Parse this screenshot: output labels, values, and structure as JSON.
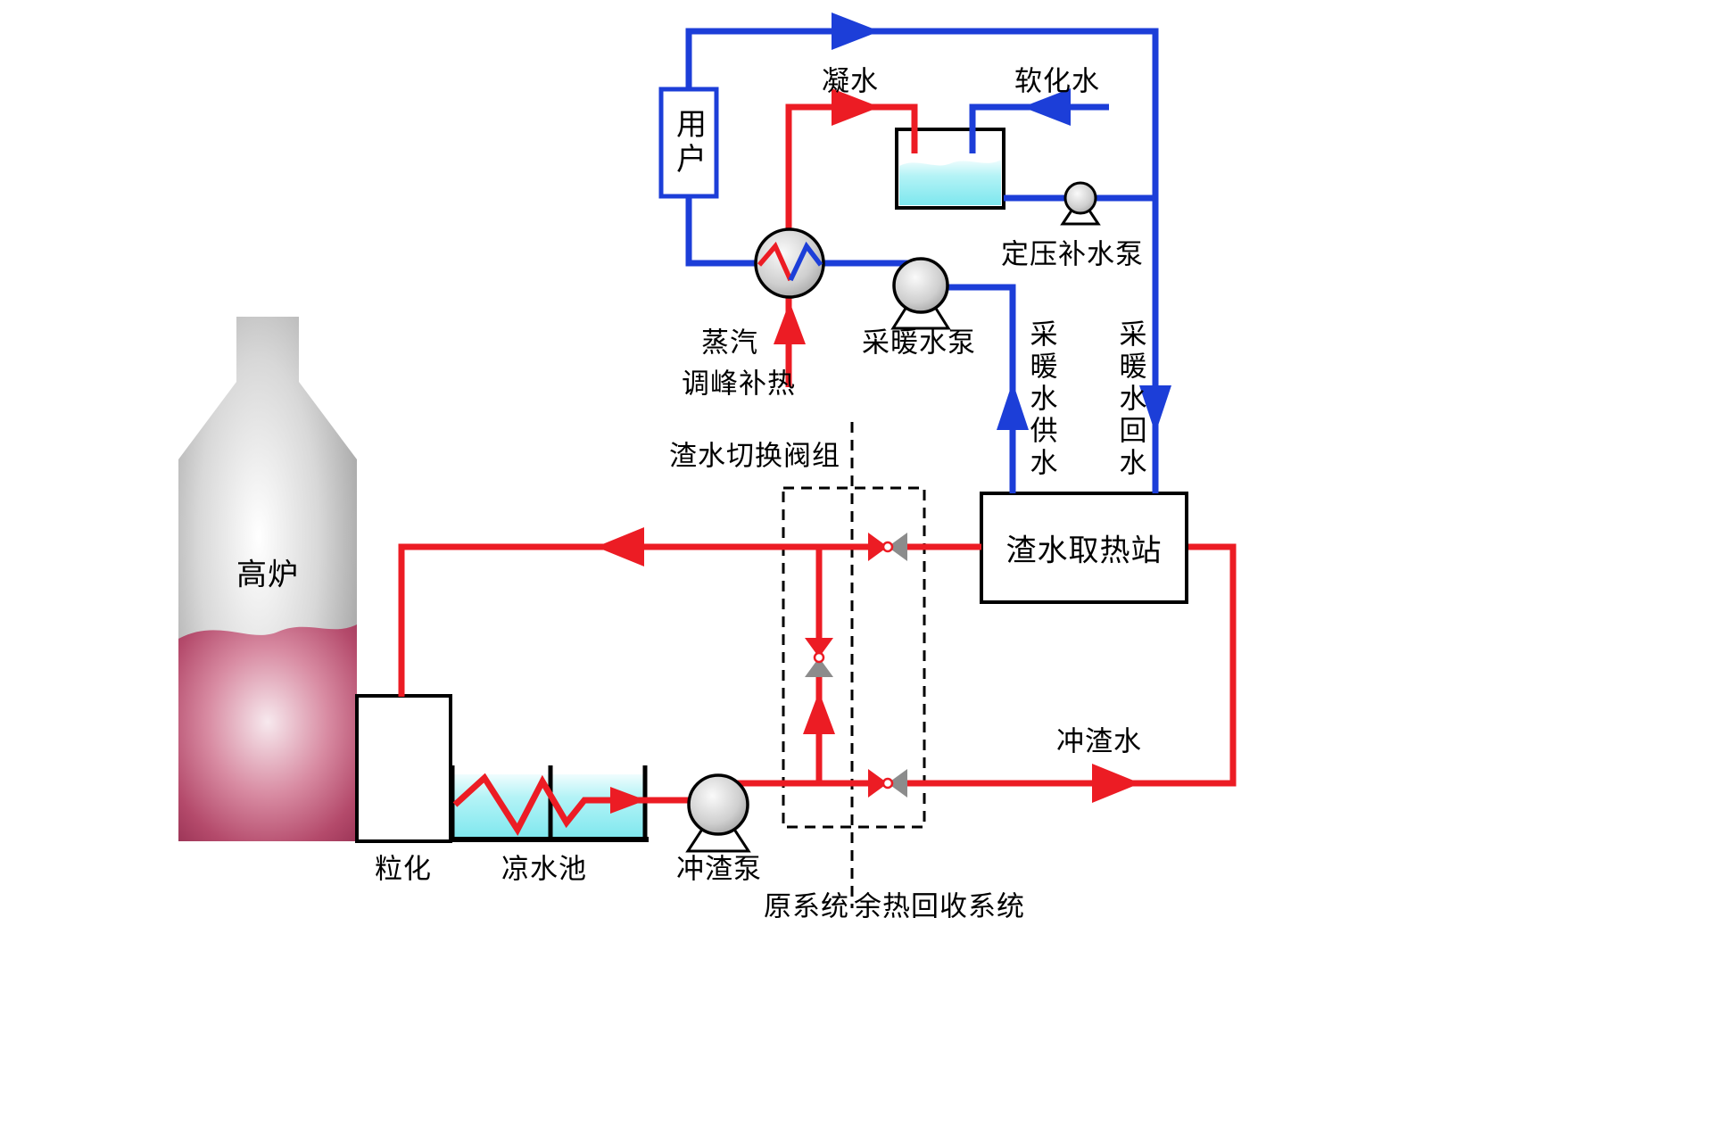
{
  "diagram": {
    "equipment": {
      "blast_furnace": "高炉",
      "granulation": "粒化",
      "cooling_pool": "凉水池",
      "slag_flush_pump": "冲渣泵",
      "slag_water_valve_group": "渣水切换阀组",
      "slag_water_heat_station": "渣水取热站",
      "heating_water_pump": "采暖水泵",
      "pressure_makeup_pump": "定压补水泵",
      "user": "用户"
    },
    "streams": {
      "condensate": "凝水",
      "softened_water": "软化水",
      "steam": "蒸汽",
      "peak_shaving_heat": "调峰补热",
      "heating_supply": "采暖水供水",
      "heating_return": "采暖水回水",
      "slag_flushing_water": "冲渣水"
    },
    "zones": {
      "original_system": "原系统",
      "heat_recovery_system": "余热回收系统"
    },
    "colors": {
      "hot_pipe": "#ec1c24",
      "cold_pipe": "#1c3ed8",
      "water_fill": "#7de7ee",
      "outline": "#000000"
    }
  }
}
